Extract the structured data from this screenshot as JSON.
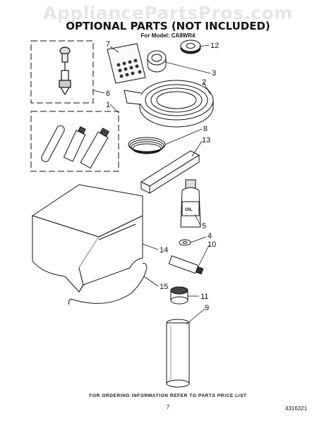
{
  "watermark": "AppliancePartsPros.com",
  "title": "OPTIONAL PARTS (NOT INCLUDED)",
  "model_line": "For Model: CA8WR4",
  "footer_note": "FOR ORDERING INFORMATION REFER TO PARTS PRICE LIST",
  "page_number": "7",
  "document_number": "4316321",
  "oil_bottle_label": "OIL",
  "callouts": {
    "c1": "1",
    "c2": "2",
    "c3": "3",
    "c4": "4",
    "c5": "5",
    "c6": "6",
    "c7": "7",
    "c8": "8",
    "c9": "9",
    "c10": "10",
    "c11": "11",
    "c12": "12",
    "c13": "13",
    "c14": "14",
    "c15": "15"
  }
}
